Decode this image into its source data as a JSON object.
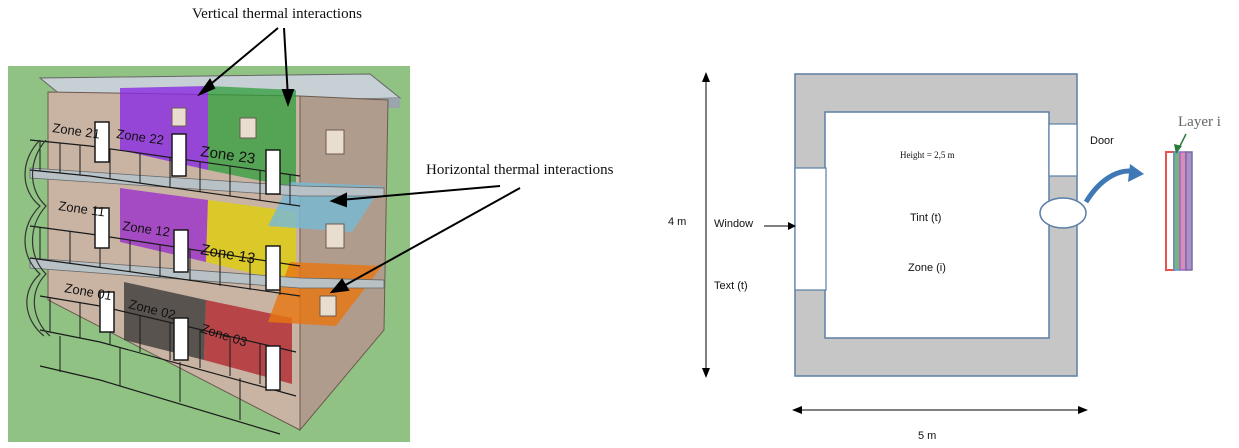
{
  "left_figure": {
    "vertical_label": "Vertical thermal interactions",
    "horizontal_label": "Horizontal thermal interactions",
    "zones": [
      {
        "label": "Zone 21",
        "color": "#b9a89a"
      },
      {
        "label": "Zone 22",
        "color": "#8a2be2"
      },
      {
        "label": "Zone 23",
        "color": "#2e9e3a"
      },
      {
        "label": "Zone 11",
        "color": "#b9a89a"
      },
      {
        "label": "Zone 12",
        "color": "#9b30c9"
      },
      {
        "label": "Zone 13",
        "color": "#e0d000"
      },
      {
        "label": "Zone 01",
        "color": "#b9a89a"
      },
      {
        "label": "Zone 02",
        "color": "#333333"
      },
      {
        "label": "Zone 03",
        "color": "#b0202a"
      }
    ],
    "colors": {
      "background": "#90c383",
      "wall": "#c9b4a4",
      "slab_blue": "#7ab8d2",
      "slab_orange": "#e8760f"
    }
  },
  "right_figure": {
    "height_label": "Height = 2,5 m",
    "tint_label": "Tint (t)",
    "zone_label": "Zone (i)",
    "window_label": "Window",
    "text_label": "Text (t)",
    "door_label": "Door",
    "layer_label": "Layer i",
    "dim_vertical": "4 m",
    "dim_horizontal": "5 m",
    "colors": {
      "wall_fill": "#c6c6c6",
      "wall_border": "#5b7fa6",
      "arrow_blue": "#3e78b5",
      "layer_stripes": [
        "#e8534f",
        "#4e9bd6",
        "#9a6bc1",
        "#7fb27a",
        "#d98cbb",
        "#a991c9"
      ]
    }
  }
}
